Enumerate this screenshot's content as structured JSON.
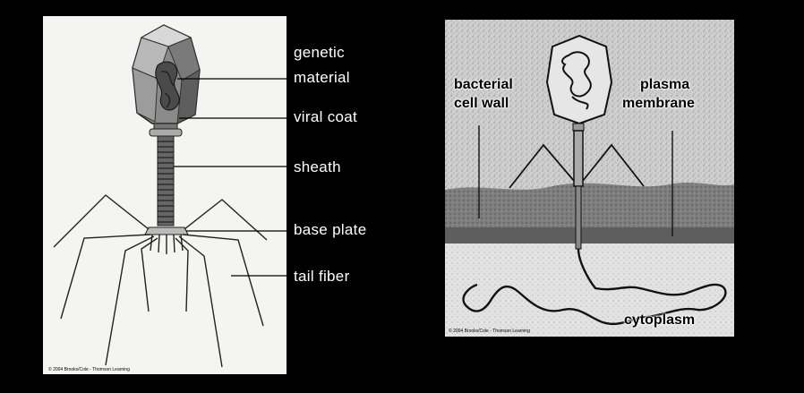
{
  "left_panel": {
    "labels": {
      "genetic_material_line1": "genetic",
      "genetic_material_line2": "material",
      "viral_coat": "viral coat",
      "sheath": "sheath",
      "base_plate": "base plate",
      "tail_fiber": "tail fiber"
    },
    "copyright": "© 2004 Brooks/Cole - Thomson Learning"
  },
  "right_panel": {
    "labels": {
      "bacterial_cell_wall_line1": "bacterial",
      "bacterial_cell_wall_line2": "cell wall",
      "plasma_membrane_line1": "plasma",
      "plasma_membrane_line2": "membrane",
      "cytoplasm": "cytoplasm"
    },
    "copyright": "© 2004 Brooks/Cole - Thomson Learning"
  },
  "colors": {
    "background": "#000000",
    "left_panel_bg": "#f4f4f2",
    "right_panel_bg": "#c9c9c9",
    "label_text": "#ffffff",
    "leader_line": "#000000"
  }
}
